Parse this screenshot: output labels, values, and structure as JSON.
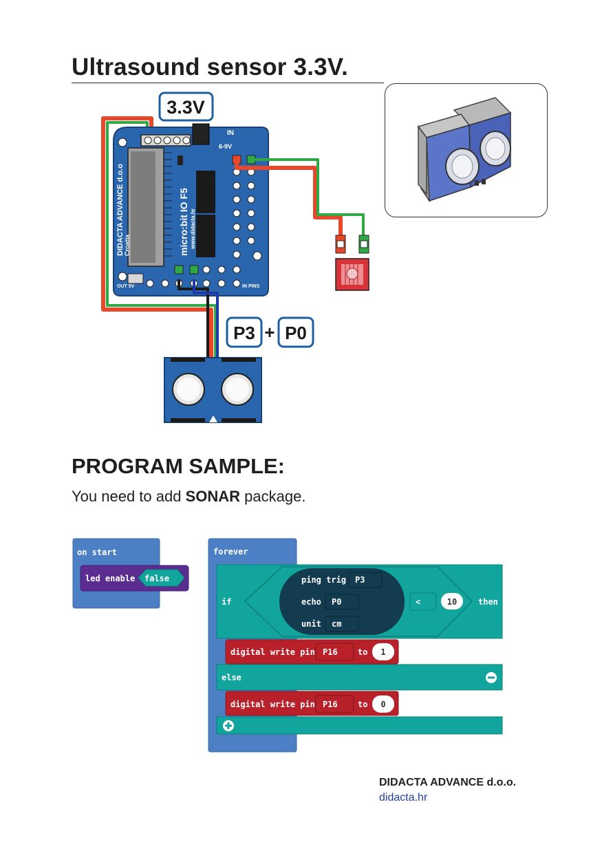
{
  "header": {
    "title": "Ultrasound sensor 3.3V."
  },
  "wiring": {
    "voltage_label": "3.3V",
    "pin_a": "P3",
    "plus_sign": "+",
    "pin_b": "P0",
    "board_name": "micro:bit IO F5",
    "board_site": "www.didacta.hr",
    "board_maker": "DIDACTA ADVANCE d.o.o",
    "board_country": "Croatia",
    "in_label": "IN",
    "out_label": "OUT",
    "out5v_label": "OUT 5V",
    "in_pins_label": "IN PINS",
    "power_label": "6-9V",
    "colors": {
      "board": "#2a66ad",
      "wire_red": "#e8472a",
      "wire_green": "#2fa845",
      "wire_blue": "#1f3aa8",
      "wire_black": "#1a1a1a",
      "frame_blue": "#1e5fa3"
    }
  },
  "program": {
    "section_title": "PROGRAM SAMPLE:",
    "instruction_prefix": "You need to add ",
    "instruction_bold": "SONAR",
    "instruction_suffix": " package.",
    "on_start": {
      "label": "on start",
      "led_label": "led enable",
      "led_value": "false"
    },
    "forever": {
      "label": "forever",
      "if_label": "if",
      "then_label": "then",
      "ping_trig_label": "ping trig",
      "ping_trig_value": "P3",
      "echo_label": "echo",
      "echo_value": "P0",
      "unit_label": "unit",
      "unit_value": "cm",
      "operator": "<",
      "compare_value": "10",
      "write1_label": "digital write pin",
      "write1_pin": "P16",
      "write1_to": "to",
      "write1_value": "1",
      "else_label": "else",
      "write2_label": "digital write pin",
      "write2_pin": "P16",
      "write2_to": "to",
      "write2_value": "0"
    },
    "colors": {
      "event": "#4c7fc4",
      "logic": "#12a59e",
      "pins": "#b8212a",
      "led": "#5b2d91",
      "sonar": "#133c50"
    }
  },
  "footer": {
    "company": "DIDACTA ADVANCE d.o.o.",
    "url": "didacta.hr"
  }
}
